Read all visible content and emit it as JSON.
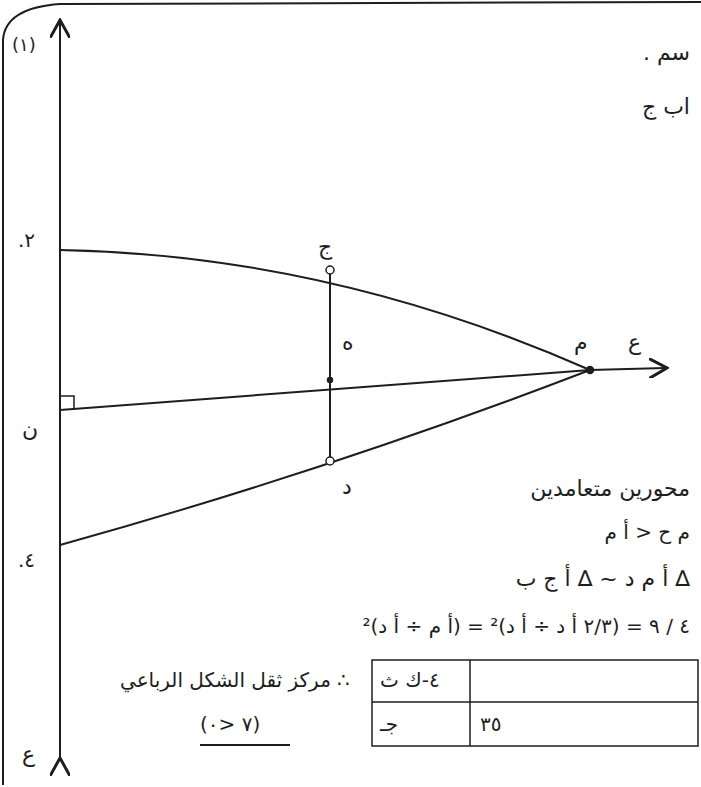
{
  "diagram": {
    "labels": [
      "(١)",
      "٢.",
      "ن",
      "٤.",
      "ع",
      "ج",
      "ه",
      "د",
      "م",
      "ع",
      "سم .",
      "اب ج",
      "محورين متعامدين",
      "م ح < أ م",
      "∆ أ م د ~ ∆ أ ج ب",
      "٤ / ٩ = (٢/٣ أ د ÷ أ د)² = (أ م ÷ أ د)²",
      "٤-ك ث",
      "جـ",
      "٣٥",
      "∴ مركز ثقل الشكل الرباعي",
      "(٧ <٠)"
    ]
  }
}
